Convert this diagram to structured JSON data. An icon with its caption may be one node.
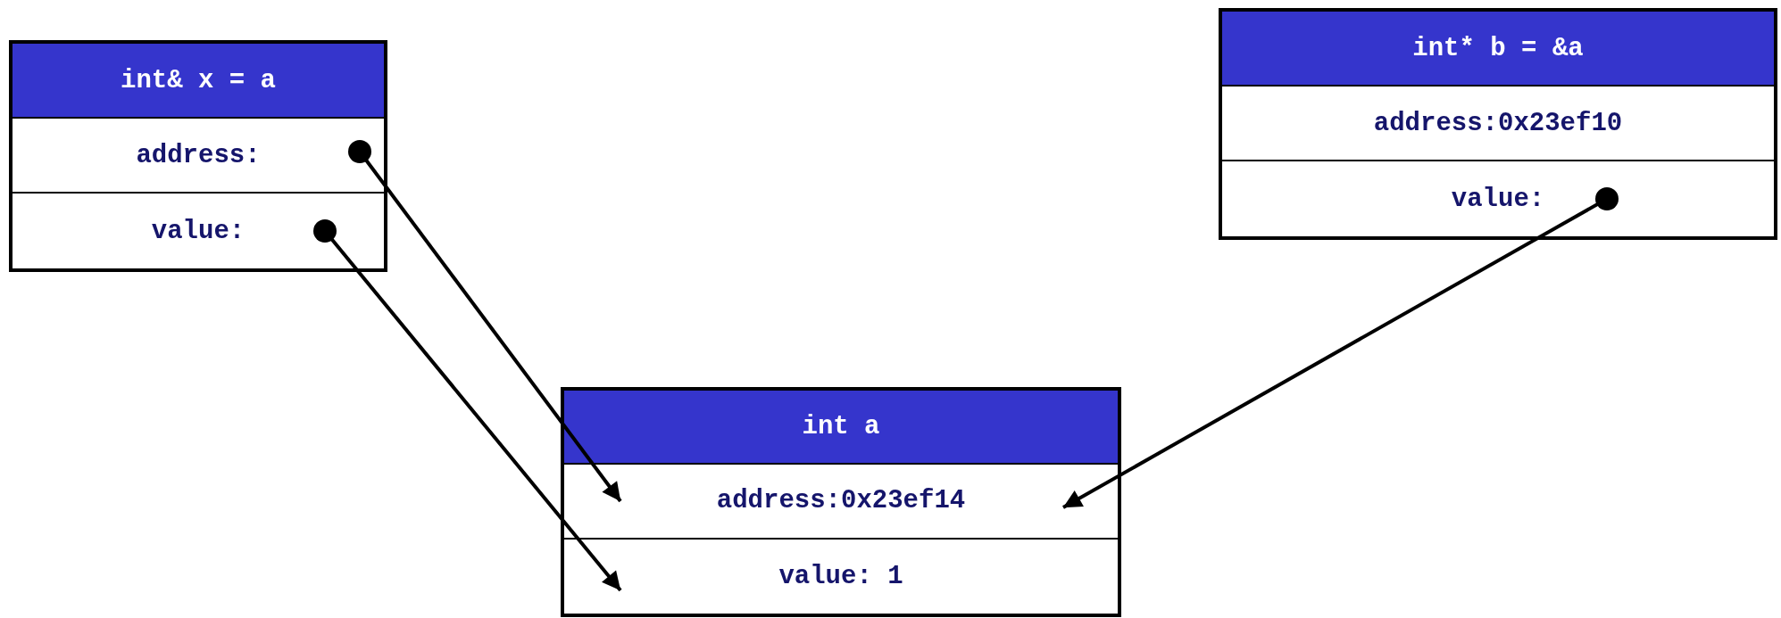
{
  "diagram": {
    "nodes": [
      {
        "text": [
          "int& x = a"
        ]
      },
      {
        "text": [
          "address:"
        ],
        "in": 0
      },
      {
        "text": [
          "value:"
        ],
        "in": 0
      },
      {
        "text": [
          "int a"
        ]
      },
      {
        "text": [
          "address:0x23ef14"
        ],
        "in": 3
      },
      {
        "text": [
          "value: 1"
        ],
        "in": 3
      },
      {
        "text": [
          "int* b = &a"
        ]
      },
      {
        "text": [
          "address:0x23ef10"
        ],
        "in": 6
      },
      {
        "text": [
          "value:"
        ],
        "in": 6
      }
    ],
    "edges": [
      {
        "from": 1,
        "to": 4,
        "arrow": "to"
      },
      {
        "from": 2,
        "to": 5,
        "arrow": "to"
      },
      {
        "from": 8,
        "to": 4,
        "arrow": "to"
      }
    ]
  }
}
